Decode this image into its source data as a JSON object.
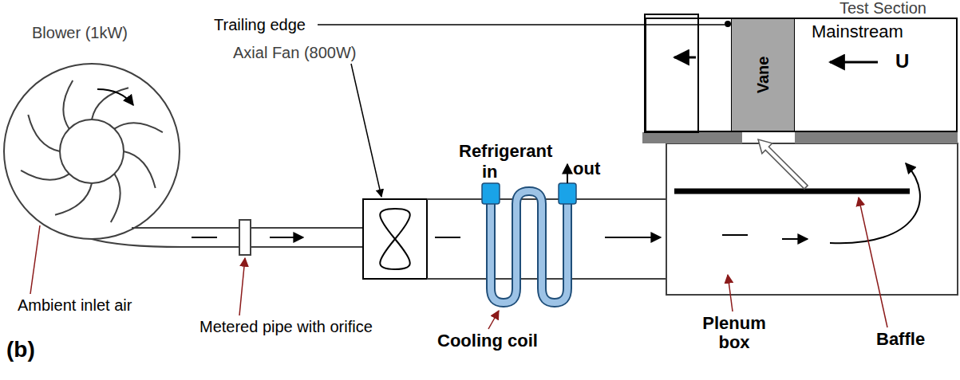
{
  "diagram": {
    "nodes": [
      {
        "text": [
          "Test Section",
          "Mainstream",
          "U"
        ]
      },
      {
        "text": [
          "Vane"
        ],
        "in": 0
      }
    ],
    "labels": [
      "Trailing edge",
      "Blower (1kW)",
      "Axial Fan (800W)",
      "Refrigerant",
      "in",
      "out",
      "Ambient inlet air",
      "Metered pipe with orifice",
      "Cooling coil",
      "Plenum box",
      "Baffle",
      "(b)"
    ]
  }
}
